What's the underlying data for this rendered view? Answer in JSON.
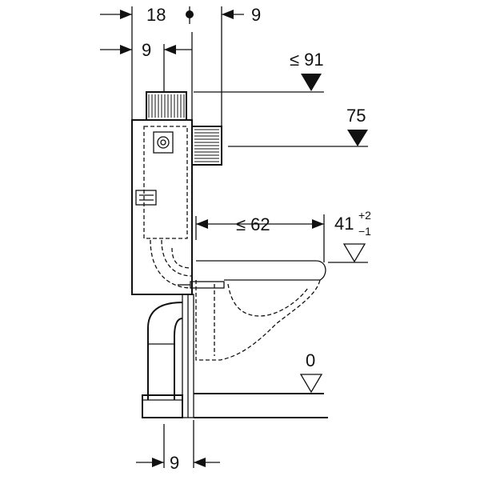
{
  "dimensions": {
    "top_left_18": "18",
    "top_right_9": "9",
    "second_left_9": "9",
    "bottom_9": "9",
    "max_91": "≤ 91",
    "height_75": "75",
    "max_62": "≤ 62",
    "height_41": "41",
    "tol_plus": "+2",
    "tol_minus": "−1",
    "floor_0": "0"
  },
  "colors": {
    "ink": "#111111",
    "paper": "#ffffff"
  }
}
